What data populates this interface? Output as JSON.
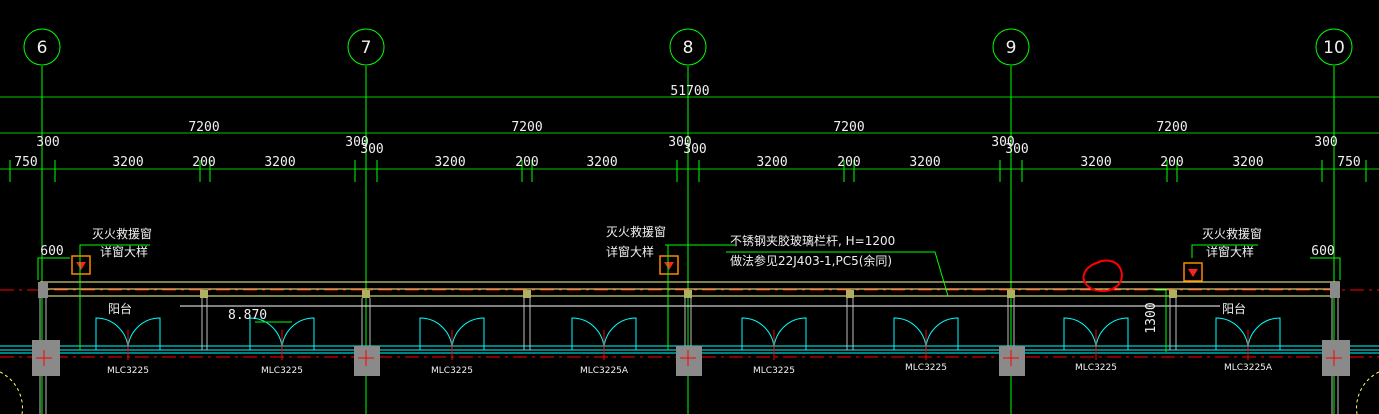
{
  "axes": [
    "6",
    "7",
    "8",
    "9",
    "10"
  ],
  "dims": {
    "overall": "51700",
    "bays": [
      "7200",
      "7200",
      "7200",
      "7200"
    ],
    "wall": "300",
    "details": [
      "750",
      "3200",
      "200",
      "3200",
      "300",
      "3200",
      "200",
      "3200",
      "300",
      "3200",
      "200",
      "3200",
      "300",
      "3200",
      "200",
      "3200",
      "750"
    ],
    "side_600": "600",
    "height_1300": "1300"
  },
  "labels": {
    "fire_window": "灭火救援窗",
    "window_detail": "详窗大样",
    "balcony": "阳台",
    "elevation": "8.870",
    "railing_note_1": "不锈钢夹胶玻璃栏杆, H=1200",
    "railing_note_2": "做法参见22J403-1,PC5(余同)"
  },
  "windows": [
    "MLC3225",
    "MLC3225",
    "MLC3225",
    "MLC3225A",
    "MLC3225",
    "MLC3225",
    "MLC3225",
    "MLC3225A"
  ],
  "colors": {
    "axis": "#00ff00",
    "dim": "#00ff00",
    "wall": "#ffff66",
    "door": "#00ffff",
    "red": "#ff0000",
    "column": "#808080"
  }
}
